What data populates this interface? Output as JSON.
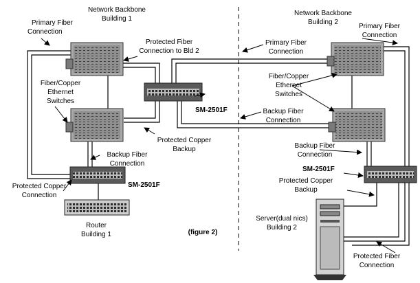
{
  "labels": {
    "backbone1": [
      "Network Backbone",
      "Building 1"
    ],
    "backbone2": [
      "Network Backbone",
      "Building 2"
    ],
    "primary_fiber_left": [
      "Primary Fiber",
      "Connection"
    ],
    "primary_fiber_right": [
      "Primary Fiber",
      "Connection"
    ],
    "primary_fiber_mid": [
      "Primary Fiber",
      "Connection"
    ],
    "protected_fiber_bld2": [
      "Protected Fiber",
      "Connection to Bld 2"
    ],
    "switches_left": [
      "Fiber/Copper",
      "Ethernet",
      "Switches"
    ],
    "switches_right": [
      "Fiber/Copper",
      "Ethernet",
      "Switches"
    ],
    "sm_top": "SM-2501F",
    "sm_left": "SM-2501F",
    "sm_right": "SM-2501F",
    "backup_fiber_mid": [
      "Backup Fiber",
      "Connection"
    ],
    "protected_copper_backup_left": [
      "Protected Copper",
      "Backup"
    ],
    "backup_fiber_left": [
      "Backup Fiber",
      "Connection"
    ],
    "backup_fiber_right": [
      "Backup Fiber",
      "Connection"
    ],
    "protected_copper_conn": [
      "Protected Copper",
      "Connection"
    ],
    "router": [
      "Router",
      "Building 1"
    ],
    "figure": "(figure 2)",
    "protected_copper_backup_right": [
      "Protected Copper",
      "Backup"
    ],
    "server": [
      "Server(dual nics)",
      "Building 2"
    ],
    "protected_fiber_conn_right": [
      "Protected Fiber",
      "Connection"
    ]
  }
}
